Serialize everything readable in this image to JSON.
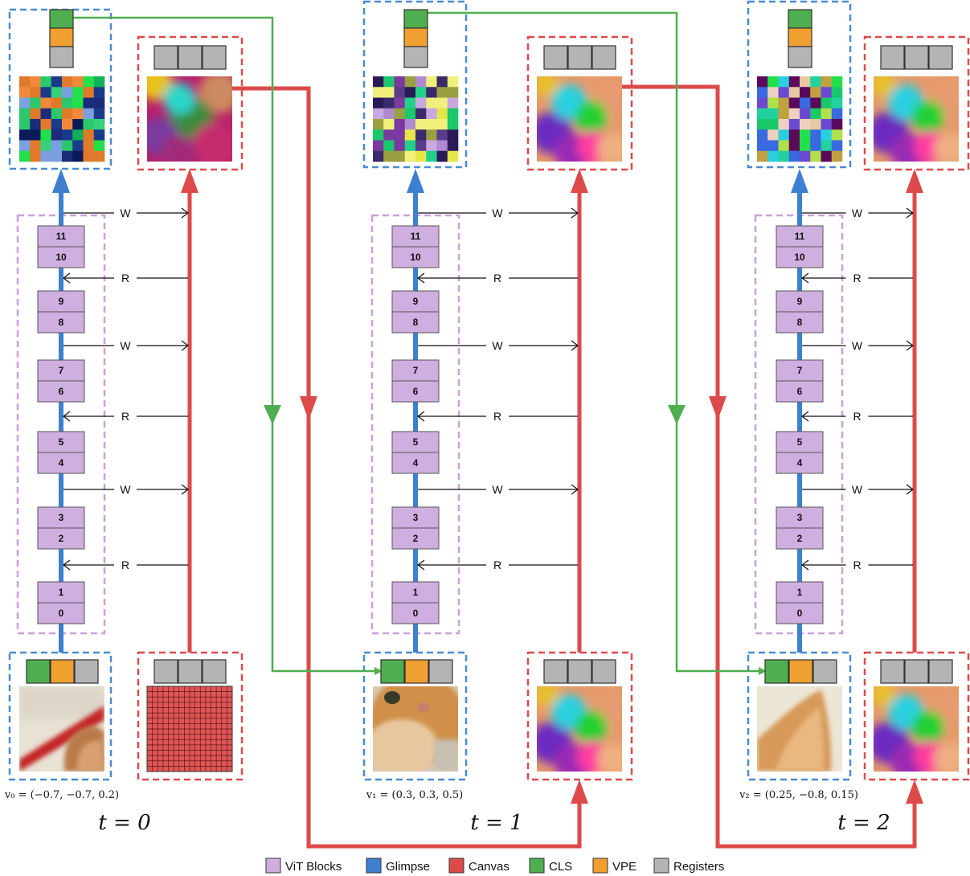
{
  "colors": {
    "vit": "#cfaee0",
    "glimpse": "#3f7fd0",
    "canvas": "#dd4a4a",
    "cls": "#4fae4f",
    "vpe": "#f0a030",
    "registers": "#b4b4b4",
    "vit_border": "#cc9fdd",
    "glimpse_border": "#4a8bd0",
    "canvas_border": "#dd4a4a"
  },
  "legend": [
    {
      "label": "ViT Blocks",
      "color": "#cfaee0"
    },
    {
      "label": "Glimpse",
      "color": "#3f7fd0"
    },
    {
      "label": "Canvas",
      "color": "#dd4a4a"
    },
    {
      "label": "CLS",
      "color": "#4fae4f"
    },
    {
      "label": "VPE",
      "color": "#f0a030"
    },
    {
      "label": "Registers",
      "color": "#b4b4b4"
    }
  ],
  "block_labels": [
    "0",
    "1",
    "2",
    "3",
    "4",
    "5",
    "6",
    "7",
    "8",
    "9",
    "10",
    "11"
  ],
  "write_label": "W",
  "read_label": "R",
  "timesteps": [
    {
      "t_label": "t = 0",
      "viewport": "v₀ = (−0.7, −0.7, 0.2)",
      "glimpse_image": "cat-ear-red-stripe-crop",
      "canvas_input": "empty-grid-canvas"
    },
    {
      "t_label": "t = 1",
      "viewport": "v₁ = (0.3, 0.3, 0.5)",
      "glimpse_image": "cat-face-crop",
      "canvas_input": "canvas-from-t0"
    },
    {
      "t_label": "t = 2",
      "viewport": "v₂ = (0.25, −0.8, 0.15)",
      "glimpse_image": "cat-ear-closeup-crop",
      "canvas_input": "canvas-from-t1"
    }
  ]
}
